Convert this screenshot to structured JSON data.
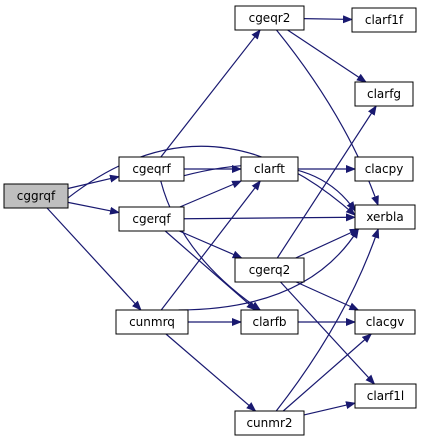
{
  "colors": {
    "edge": "#191970",
    "node_fill": "#ffffff",
    "root_fill": "#bfbfbf",
    "node_stroke": "#000000"
  },
  "nodes": {
    "cggrqf": {
      "label": "cggrqf",
      "root": true
    },
    "cgeqrf": {
      "label": "cgeqrf"
    },
    "cgerqf": {
      "label": "cgerqf"
    },
    "cunmrq": {
      "label": "cunmrq"
    },
    "cgeqr2": {
      "label": "cgeqr2"
    },
    "clarft": {
      "label": "clarft"
    },
    "cgerq2": {
      "label": "cgerq2"
    },
    "clarfb": {
      "label": "clarfb"
    },
    "cunmr2": {
      "label": "cunmr2"
    },
    "clarf1f": {
      "label": "clarf1f"
    },
    "clarfg": {
      "label": "clarfg"
    },
    "clacpy": {
      "label": "clacpy"
    },
    "xerbla": {
      "label": "xerbla"
    },
    "clacgv": {
      "label": "clacgv"
    },
    "clarf1l": {
      "label": "clarf1l"
    }
  },
  "edges": [
    [
      "cggrqf",
      "cgeqrf"
    ],
    [
      "cggrqf",
      "cgerqf"
    ],
    [
      "cggrqf",
      "cunmrq"
    ],
    [
      "cggrqf",
      "xerbla"
    ],
    [
      "cgeqrf",
      "cgeqr2"
    ],
    [
      "cgeqrf",
      "clarft"
    ],
    [
      "cgeqrf",
      "clarfb"
    ],
    [
      "cgeqrf",
      "xerbla"
    ],
    [
      "cgerqf",
      "clarft"
    ],
    [
      "cgerqf",
      "cgerq2"
    ],
    [
      "cgerqf",
      "clarfb"
    ],
    [
      "cgerqf",
      "xerbla"
    ],
    [
      "cunmrq",
      "clarft"
    ],
    [
      "cunmrq",
      "clarfb"
    ],
    [
      "cunmrq",
      "cunmr2"
    ],
    [
      "cunmrq",
      "xerbla"
    ],
    [
      "cgeqr2",
      "clarf1f"
    ],
    [
      "cgeqr2",
      "clarfg"
    ],
    [
      "cgeqr2",
      "xerbla"
    ],
    [
      "clarft",
      "clacpy"
    ],
    [
      "cgerq2",
      "clarfg"
    ],
    [
      "cgerq2",
      "xerbla"
    ],
    [
      "cgerq2",
      "clacgv"
    ],
    [
      "cgerq2",
      "clarf1l"
    ],
    [
      "clarfb",
      "clacgv"
    ],
    [
      "cunmr2",
      "xerbla"
    ],
    [
      "cunmr2",
      "clacgv"
    ],
    [
      "cunmr2",
      "clarf1l"
    ]
  ]
}
